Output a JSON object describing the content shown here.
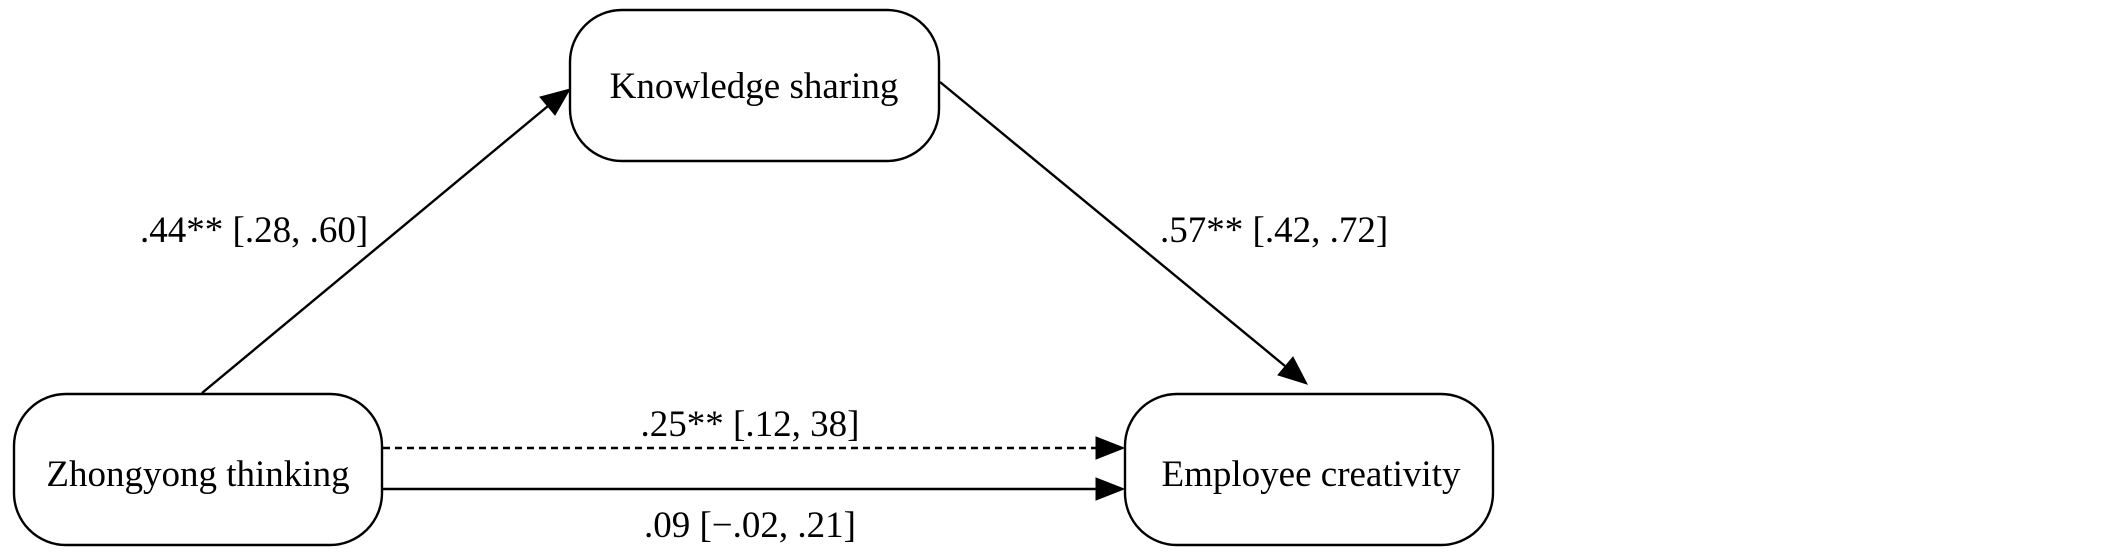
{
  "nodes": {
    "knowledge_sharing": "Knowledge sharing",
    "zhongyong_thinking": "Zhongyong thinking",
    "employee_creativity": "Employee creativity"
  },
  "paths": {
    "a_path": ".44** [.28, .60]",
    "b_path": ".57** [.42, .72]",
    "total_effect": ".25** [.12, 38]",
    "direct_effect": ".09 [−.02, .21]"
  }
}
